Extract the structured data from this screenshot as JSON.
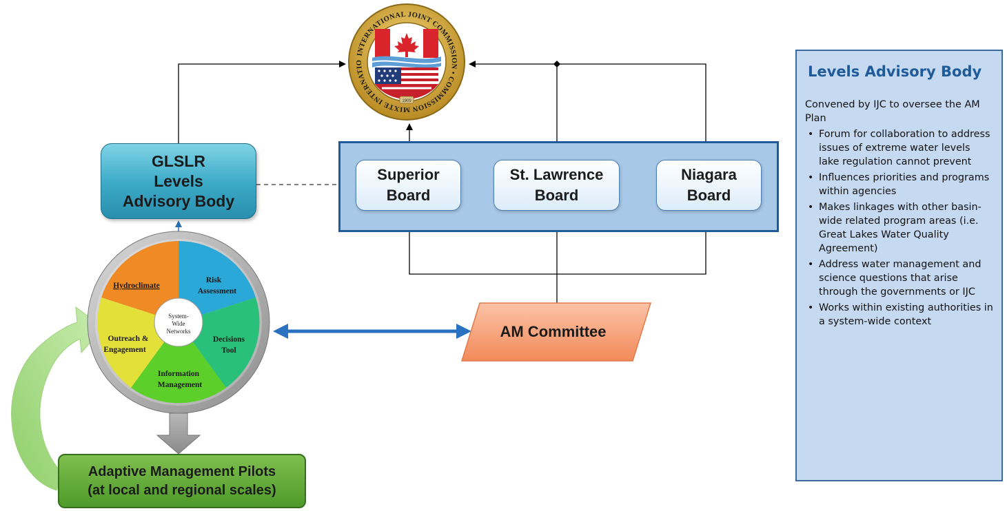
{
  "seal": {
    "ring_text": "INTERNATIONAL JOINT COMMISSION • COMMISSION MIXTE INTERNATIONALE",
    "year": "1909"
  },
  "glslr": {
    "line1": "GLSLR",
    "line2": "Levels",
    "line3": "Advisory Body"
  },
  "boards": {
    "superior": {
      "line1": "Superior",
      "line2": "Board"
    },
    "st_lawrence": {
      "line1": "St. Lawrence",
      "line2": "Board"
    },
    "niagara": {
      "line1": "Niagara",
      "line2": "Board"
    }
  },
  "am_committee": "AM Committee",
  "wheel": {
    "center": [
      "System-",
      "Wide",
      "Networks"
    ],
    "hydroclimate": "Hydroclimate",
    "risk": [
      "Risk",
      "Assessment"
    ],
    "decisions": [
      "Decisions",
      "Tool"
    ],
    "information": [
      "Information",
      "Management"
    ],
    "outreach": [
      "Outreach &",
      "Engagement"
    ]
  },
  "pilots": {
    "line1": "Adaptive Management Pilots",
    "line2": "(at local and regional scales)"
  },
  "sidebar": {
    "title": "Levels Advisory Body",
    "intro": "Convened by IJC to oversee the AM Plan",
    "bullets": [
      "Forum for collaboration to address issues of extreme water levels lake regulation cannot prevent",
      "Influences priorities and programs within agencies",
      "Makes linkages with other basin-wide related program areas (i.e. Great Lakes Water Quality Agreement)",
      "Address water management and science questions that arise through the governments or IJC",
      "Works within existing authorities in a system-wide context"
    ]
  },
  "colors": {
    "hydroclimate": "#f08a24",
    "risk": "#2aa8d8",
    "decisions": "#29c07a",
    "information": "#5ccf2a",
    "outreach": "#e4e03a",
    "board_panel": "#a8c8e8",
    "am_committee": "#f7a47f"
  }
}
